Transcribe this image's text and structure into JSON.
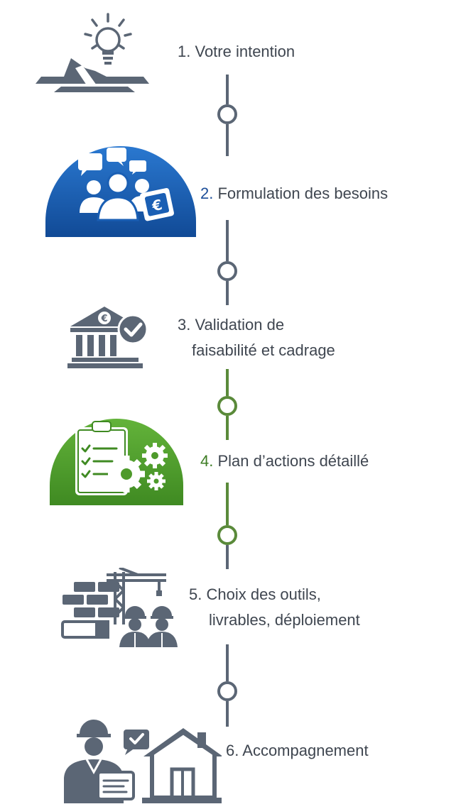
{
  "colors": {
    "slate": "#5b6675",
    "dark_text": "#3f4650",
    "blue": "#1a5fb4",
    "blue_num": "#1c4e99",
    "green": "#4e9a2b",
    "green_num": "#3e7d25",
    "green_line": "#5a8a3a"
  },
  "steps": [
    {
      "num": "1.",
      "text": "Votre intention",
      "icon": "lightbulb-road-icon"
    },
    {
      "num": "2.",
      "text": "Formulation des besoins",
      "icon": "people-chat-euro-icon"
    },
    {
      "num": "3.",
      "line1": "Validation de",
      "line2": "faisabilité et cadrage",
      "icon": "bank-euro-check-icon"
    },
    {
      "num": "4.",
      "text": "Plan d’actions détaillé",
      "icon": "clipboard-gears-icon"
    },
    {
      "num": "5.",
      "line1": "Choix des outils,",
      "line2": "livrables, déploiement",
      "icon": "construction-workers-icon"
    },
    {
      "num": "6.",
      "text": "Accompagnement",
      "icon": "advisor-house-icon"
    }
  ]
}
